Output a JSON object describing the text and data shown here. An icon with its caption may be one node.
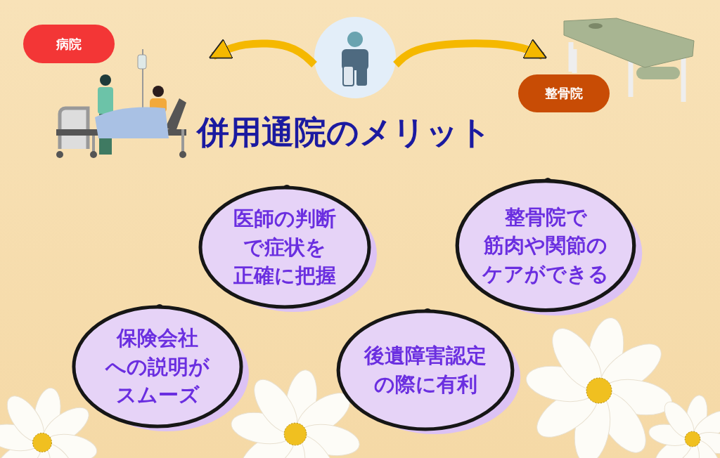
{
  "diagram": {
    "title": "併用通院のメリット",
    "nodes": [
      {
        "text": [
          "病院"
        ]
      },
      {
        "text": [],
        "shape": "picture"
      },
      {
        "text": [],
        "shape": "picture"
      },
      {
        "text": [],
        "shape": "picture"
      },
      {
        "text": [
          "整骨院"
        ]
      },
      {
        "text": [
          "医師の判断で症状を正確に把握"
        ]
      },
      {
        "text": [
          "整骨院で筋肉や関節のケアができる"
        ]
      },
      {
        "text": [
          "保険会社への説明がスムーズ"
        ]
      },
      {
        "text": [
          "後遺障害認定の際に有利"
        ]
      }
    ],
    "edges": [
      {
        "from": 2,
        "to": 1,
        "arrow": "to"
      },
      {
        "from": 2,
        "to": 3,
        "arrow": "to"
      }
    ]
  }
}
